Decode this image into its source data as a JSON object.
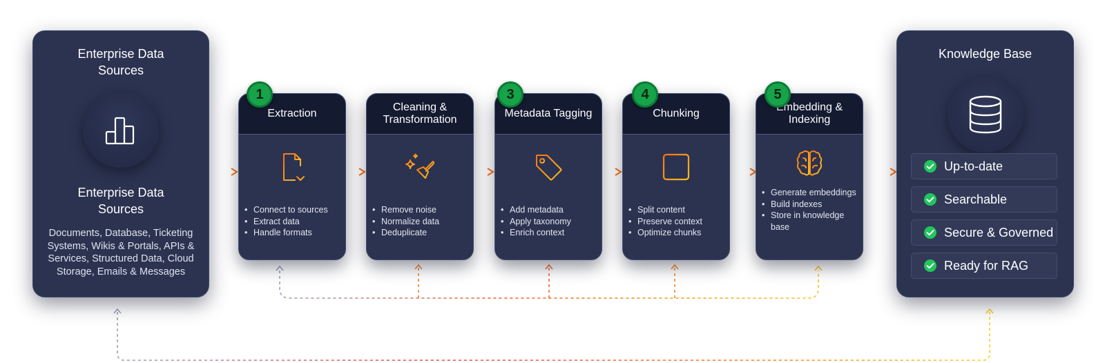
{
  "source": {
    "title": "Enterprise Data Sources",
    "icon": "bar-chart-icon",
    "subtitle": "Enterprise Data Sources",
    "description": "Documents, Database, Ticketing Systems, Wikis & Portals, APIs & Services, Structured Data, Cloud Storage, Emails & Messages"
  },
  "steps": [
    {
      "number": "1",
      "title": "Extraction",
      "icon": "file-download-icon",
      "bullets": [
        "Connect to sources",
        "Extract data",
        "Handle formats"
      ]
    },
    {
      "number": "",
      "title": "Cleaning & Transformation",
      "icon": "magic-wand-sparkle-icon",
      "bullets": [
        "Remove noise",
        "Normalize data",
        "Deduplicate"
      ]
    },
    {
      "number": "3",
      "title": "Metadata Tagging",
      "icon": "tag-icon",
      "bullets": [
        "Add metadata",
        "Apply taxonomy",
        "Enrich context"
      ]
    },
    {
      "number": "4",
      "title": "Chunking",
      "icon": "grid-icon",
      "bullets": [
        "Split content",
        "Preserve context",
        "Optimize chunks"
      ]
    },
    {
      "number": "5",
      "title": "Embedding & Indexing",
      "icon": "brain-icon",
      "bullets": [
        "Generate embeddings",
        "Build indexes",
        "Store in knowledge base"
      ]
    }
  ],
  "knowledge_base": {
    "title": "Knowledge Base",
    "icon": "database-icon",
    "items": [
      "Up-to-date",
      "Searchable",
      "Secure & Governed",
      "Ready for RAG"
    ]
  },
  "colors": {
    "panel": "#2c3350",
    "step_header": "#141a30",
    "badge": "#16a34a",
    "icon_gradient_start": "#f97316",
    "icon_gradient_end": "#fbbf24",
    "check": "#22c55e"
  }
}
